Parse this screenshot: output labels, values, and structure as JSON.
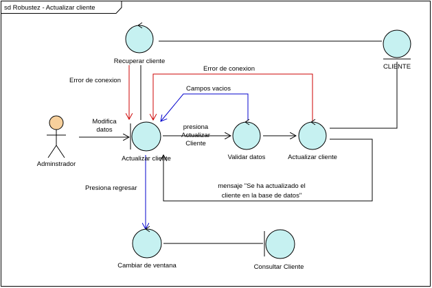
{
  "frame": {
    "title": "sd Robustez - Actualizar cliente"
  },
  "colors": {
    "background": "#ffffff",
    "node_fill": "#c6f1f1",
    "node_stroke": "#000000",
    "actor_head": "#f7d09c",
    "error_flow": "#cc0000",
    "return_flow": "#0000cc",
    "line": "#000000"
  },
  "actor": {
    "label": "Adminstrador"
  },
  "nodes": {
    "recuperar": {
      "label": "Recuperar cliente",
      "kind": "control"
    },
    "cliente": {
      "label": "CLIENTE",
      "kind": "entity"
    },
    "actualizar_boundary": {
      "label": "Actualizar cliente",
      "kind": "boundary"
    },
    "validar": {
      "label": "Validar datos",
      "kind": "control"
    },
    "actualizar_control": {
      "label": "Actualizar cliente",
      "kind": "control"
    },
    "cambiar": {
      "label": "Cambiar de ventana",
      "kind": "control"
    },
    "consultar": {
      "label": "Consultar Cliente",
      "kind": "boundary"
    }
  },
  "edges": {
    "modifica": {
      "line1": "Modifica",
      "line2": "datos"
    },
    "presiona_actualizar": {
      "line1": "presiona",
      "line2": "Actualizar",
      "line3": "Cliente"
    },
    "error_conexion_left": "Error de conexion",
    "error_conexion_right": "Error de conexion",
    "campos_vacios": "Campos vacios",
    "mensaje": {
      "line1": "mensaje \"Se ha actualizado el",
      "line2": "cliente en la base de datos\""
    },
    "presiona_regresar": "Presiona regresar"
  }
}
